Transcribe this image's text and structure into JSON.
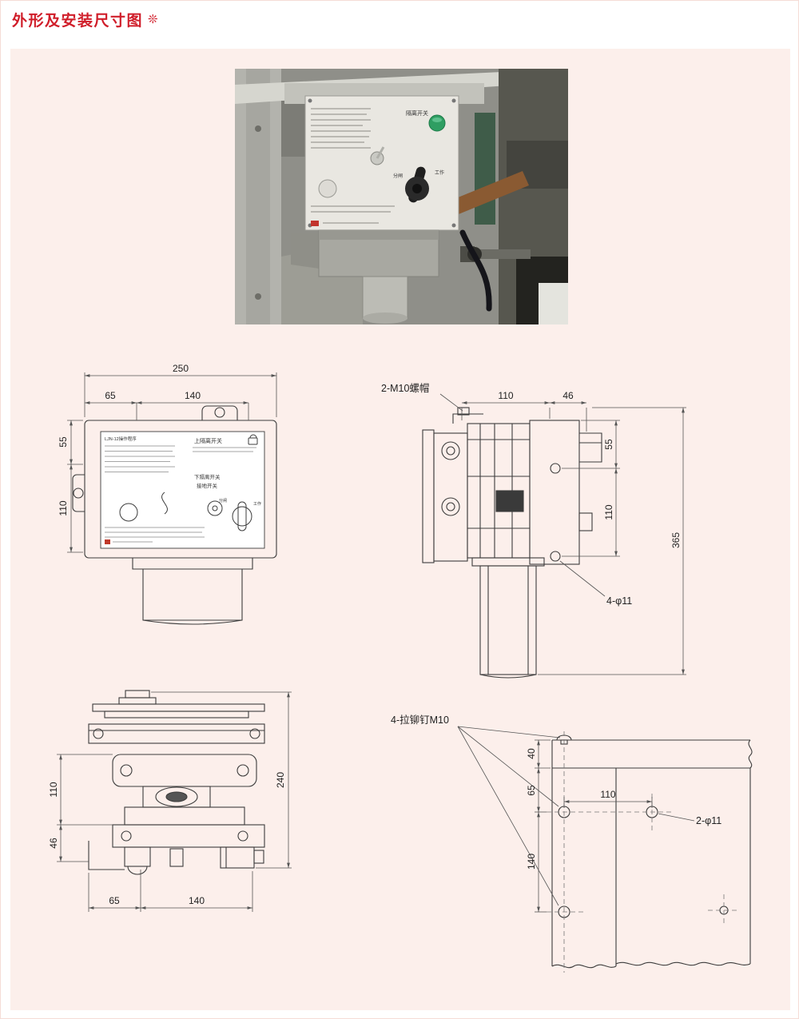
{
  "page": {
    "title": "外形及安装尺寸图",
    "decor_icon": "❊",
    "colors": {
      "title_red": "#d01e2a",
      "panel_pink": "#fcefeb",
      "line": "#3c3c3c"
    }
  },
  "photo": {
    "panel_labels": {
      "isolator": "隔离开关",
      "work": "工作",
      "open": "分闸"
    }
  },
  "front_view": {
    "dim_total_width": "250",
    "dim_w1": "65",
    "dim_w2": "140",
    "dim_h1": "55",
    "dim_h2": "110",
    "plate": {
      "title": "LJN-12操作程序",
      "upper_switch": "上隔离开关",
      "lower_switch": "下隔离开关",
      "earth_switch": "接地开关",
      "open": "分闸",
      "work": "工作"
    }
  },
  "side_view": {
    "callout_nut": "2-M10螺帽",
    "dim_w1": "110",
    "dim_w2": "46",
    "dim_h1": "55",
    "dim_h2": "110",
    "dim_total_height": "365",
    "callout_hole": "4-φ11"
  },
  "bottom_view": {
    "dim_h1": "110",
    "dim_h2": "46",
    "dim_total_height": "240",
    "dim_w1": "65",
    "dim_w2": "140"
  },
  "install_view": {
    "callout_rivet": "4-拉铆钉M10",
    "callout_hole": "2-φ11",
    "dim_top": "40",
    "dim_mid": "65",
    "dim_hole_span": "140",
    "dim_width": "110"
  }
}
